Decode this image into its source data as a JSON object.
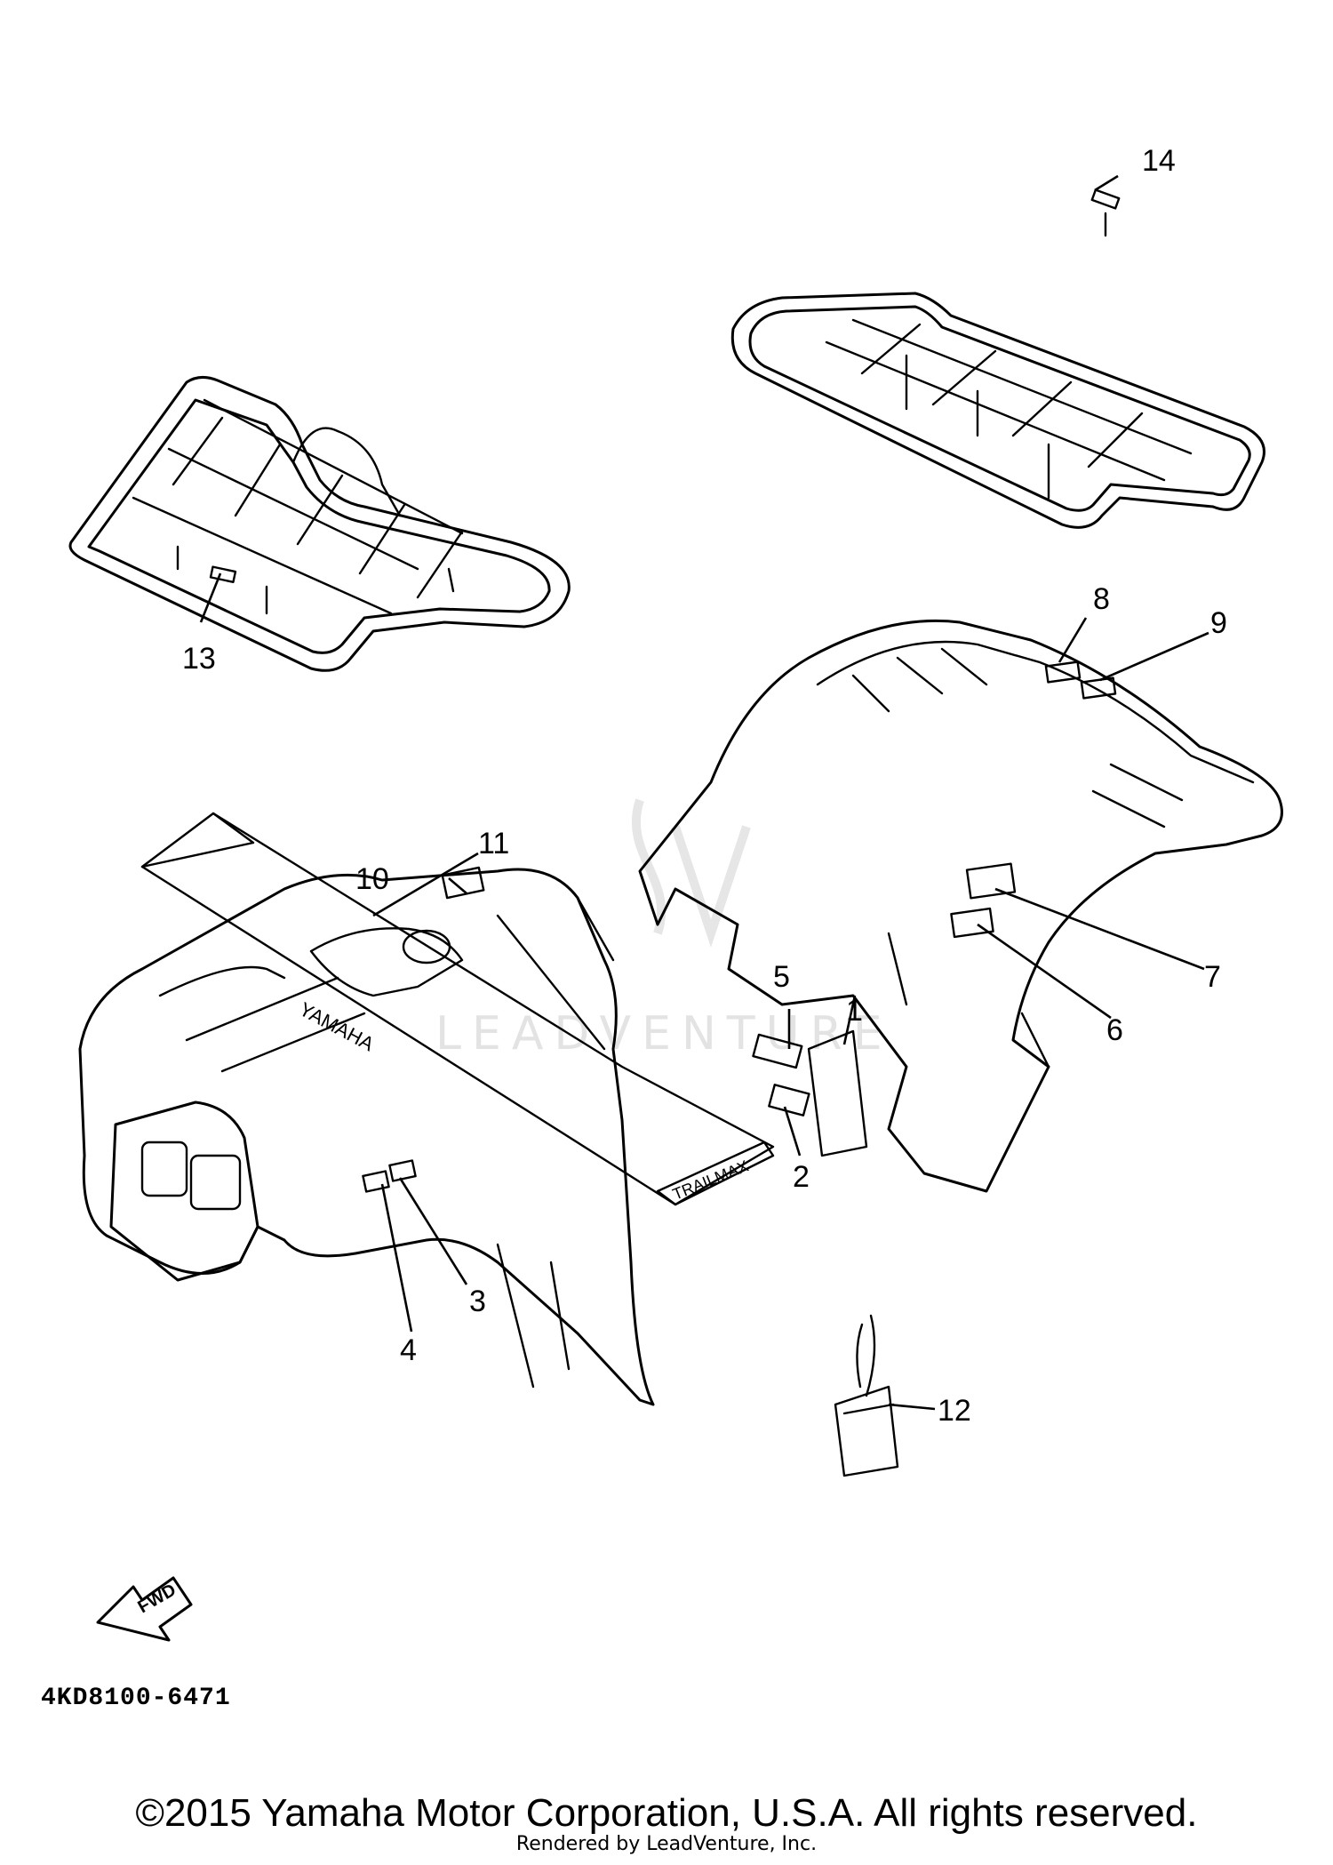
{
  "callouts": [
    "1",
    "2",
    "3",
    "4",
    "5",
    "6",
    "7",
    "8",
    "9",
    "10",
    "11",
    "12",
    "13",
    "14"
  ],
  "brand_on_part": "YAMAHA",
  "fwd_label": "FWD",
  "sticker_text": "TRAILMAX",
  "watermark": "LEADVENTURE",
  "part_number": "4KD8100-6471",
  "copyright": "©2015 Yamaha Motor Corporation, U.S.A. All rights reserved.",
  "rendered_by": "Rendered by LeadVenture, Inc."
}
